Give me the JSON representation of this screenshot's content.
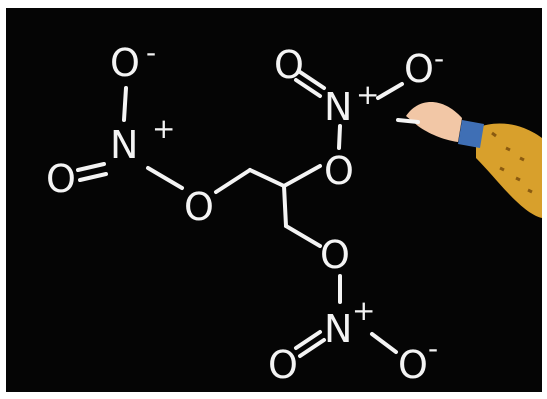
{
  "diagram": {
    "atoms": {
      "o1_top": "O",
      "o1_top_charge": "-",
      "n1": "N",
      "n1_charge": "+",
      "o1_double": "O",
      "o1_link": "O",
      "o2_double": "O",
      "n2": "N",
      "n2_charge": "+",
      "o2_minus": "O",
      "o2_minus_charge": "-",
      "o2_link": "O",
      "o3_link": "O",
      "n3": "N",
      "n3_charge": "+",
      "o3_double": "O",
      "o3_minus": "O",
      "o3_minus_charge": "-"
    },
    "colors": {
      "board": "#050505",
      "chalk": "#f4f4f4",
      "sleeve": "#d8a02c",
      "skin": "#f2c7a6",
      "watch": "#3f6fb5"
    },
    "icons": {
      "hand": "hand-with-chalk-icon"
    }
  }
}
